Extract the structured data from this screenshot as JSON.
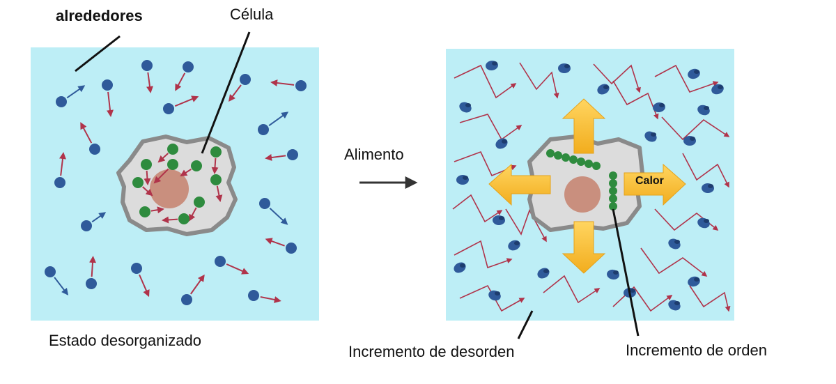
{
  "labels": {
    "surroundings": "alrededores",
    "cell": "Célula",
    "food": "Alimento",
    "heat": "Calor",
    "left_caption": "Estado desorganizado",
    "disorder_caption": "Incremento de desorden",
    "order_caption": "Incremento de orden"
  },
  "colors": {
    "medium": "#bdeef6",
    "molecule": "#2f5a9a",
    "molecule_dark": "#1d3c6e",
    "cell_fill": "#dcdcdc",
    "cell_border": "#8a8a8a",
    "nucleus": "#c98f7e",
    "organelle": "#2e8b3e",
    "arrow": "#b0334a",
    "heat_arrow": "#f6c13c"
  }
}
